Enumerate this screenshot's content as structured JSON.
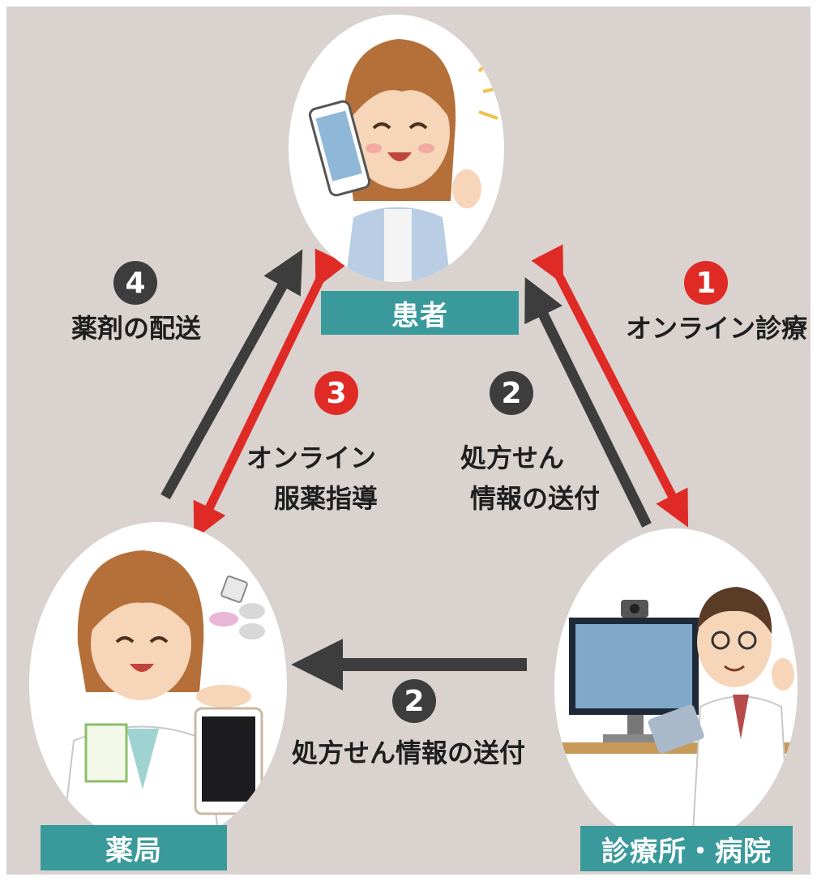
{
  "nodes": {
    "patient": {
      "label": "患者"
    },
    "pharmacy": {
      "label": "薬局"
    },
    "clinic": {
      "label": "診療所・病院"
    }
  },
  "steps": {
    "s1": {
      "number": "1",
      "text": "オンライン診療"
    },
    "s2_right": {
      "number": "2",
      "line1": "処方せん",
      "line2": "情報の送付"
    },
    "s2_bottom": {
      "number": "2",
      "text": "処方せん情報の送付"
    },
    "s3": {
      "number": "3",
      "line1": "オンライン",
      "line2": "服薬指導"
    },
    "s4": {
      "number": "4",
      "text": "薬剤の配送"
    }
  },
  "colors": {
    "background": "#d9d2cf",
    "label_box": "#3a9a9b",
    "arrow_red": "#e02a26",
    "arrow_dark": "#3d3d3d"
  }
}
